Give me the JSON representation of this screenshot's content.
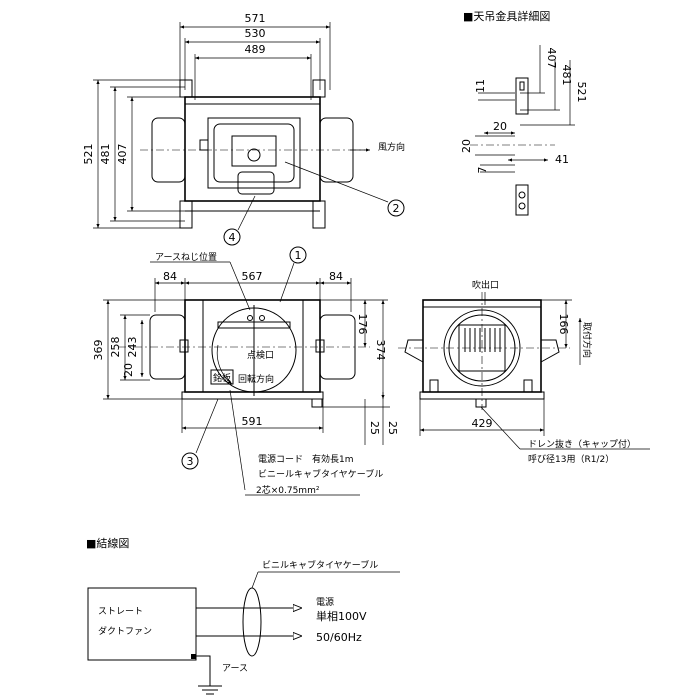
{
  "top_view": {
    "dims": {
      "w571": "571",
      "w530": "530",
      "w489": "489",
      "h521": "521",
      "h481": "481",
      "h407": "407"
    },
    "airflow_label": "風方向",
    "callout_2": "2",
    "callout_4": "4"
  },
  "hanger_detail": {
    "title": "■天吊金具詳細図",
    "dims": {
      "d407": "407",
      "d481": "481",
      "d521": "521",
      "d11": "11",
      "d20a": "20",
      "d20b": "20",
      "d41": "41",
      "d7": "7"
    }
  },
  "front_view": {
    "earth_screw_label": "アースねじ位置",
    "callout_1": "1",
    "callout_3": "3",
    "dims": {
      "d84a": "84",
      "d567": "567",
      "d84b": "84",
      "d369": "369",
      "d258": "258",
      "d243": "243",
      "d20": "20",
      "d176": "176",
      "d374": "374",
      "d591": "591",
      "d25a": "25",
      "d25b": "25"
    },
    "inspection_label": "点検口",
    "nameplate_label": "銘板",
    "rotation_label": "回転方向",
    "cord_line1": "電源コード　有効長1m",
    "cord_line2": "ビニールキャブタイヤケーブル",
    "cord_line3": "2芯×0.75mm²"
  },
  "side_view": {
    "outlet_label": "吹出口",
    "dims": {
      "d166": "166",
      "d429": "429"
    },
    "mount_dir_label": "取付方向",
    "drain_line1": "ドレン抜き（キャップ付）",
    "drain_line2": "呼び径13用（R1/2）"
  },
  "wiring": {
    "title": "■結線図",
    "cable_label": "ビニルキャブタイヤケーブル",
    "box_line1": "ストレート",
    "box_line2": "ダクトファン",
    "power_label": "電源",
    "single_phase": "単相100V",
    "freq": "50/60Hz",
    "earth_label": "アース"
  }
}
